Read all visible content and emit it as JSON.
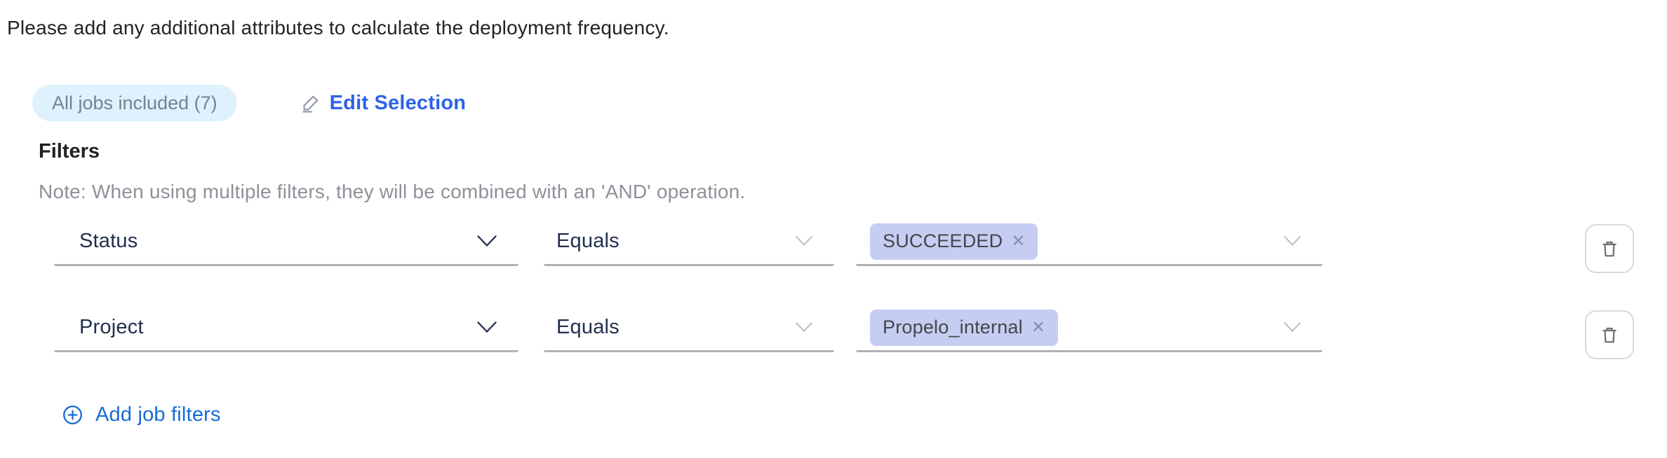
{
  "intro": "Please add any additional attributes to calculate the deployment frequency.",
  "selection": {
    "badge": "All jobs included (7)",
    "edit_label": "Edit Selection"
  },
  "filters": {
    "heading": "Filters",
    "note": "Note: When using multiple filters, they will be combined with an 'AND' operation.",
    "rows": [
      {
        "field": "Status",
        "operator": "Equals",
        "value": "SUCCEEDED"
      },
      {
        "field": "Project",
        "operator": "Equals",
        "value": "Propelo_internal"
      }
    ],
    "add_label": "Add job filters"
  },
  "icons": {
    "remove_glyph": "✕",
    "edit_icon": "pencil-with-underline",
    "add_icon": "plus-circle",
    "delete_icon": "trash-can",
    "dropdown_icon": "chevron-down"
  },
  "colors": {
    "edit_link_blue": "#2e62e9",
    "add_link_blue": "#176cd4",
    "badge_background": "#def1fd",
    "badge_text": "#75828f",
    "chip_background": "#c6cdf3",
    "chip_text": "#454549",
    "select_text": "#22304e",
    "note_text": "#90909a",
    "underline_gray": "#b0b1b7"
  }
}
